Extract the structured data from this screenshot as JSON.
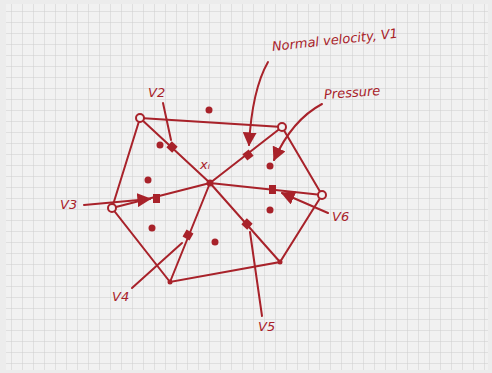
{
  "diagram": {
    "labels": [
      "Normal velocity, V1",
      "Pressure",
      "xᵢ",
      "V2",
      "V3",
      "V4",
      "V5",
      "V6"
    ]
  }
}
